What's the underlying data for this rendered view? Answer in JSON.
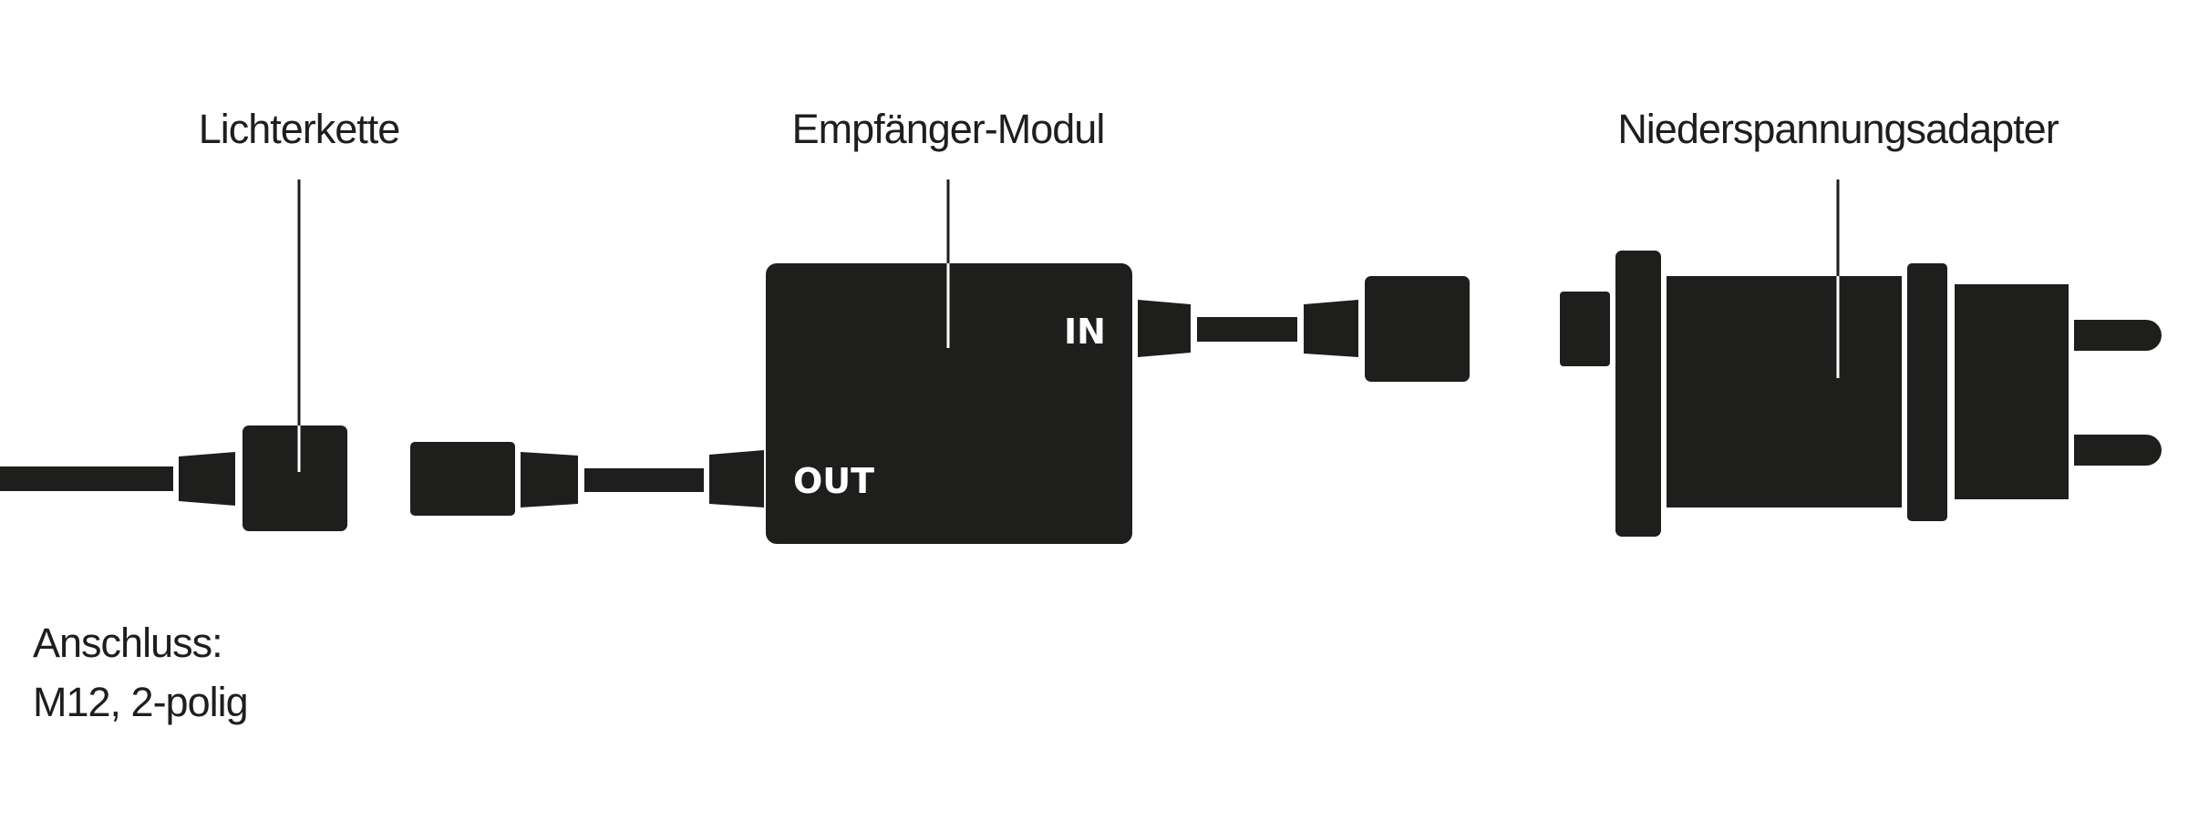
{
  "labels": {
    "lichterkette": "Lichterkette",
    "empfaenger": "Empfänger-Modul",
    "adapter": "Niederspannungsadapter"
  },
  "ports": {
    "in": "IN",
    "out": "OUT"
  },
  "note": {
    "line1": "Anschluss:",
    "line2": "M12, 2-polig"
  },
  "colors": {
    "ink": "#1e1e1d",
    "background": "#ffffff"
  }
}
